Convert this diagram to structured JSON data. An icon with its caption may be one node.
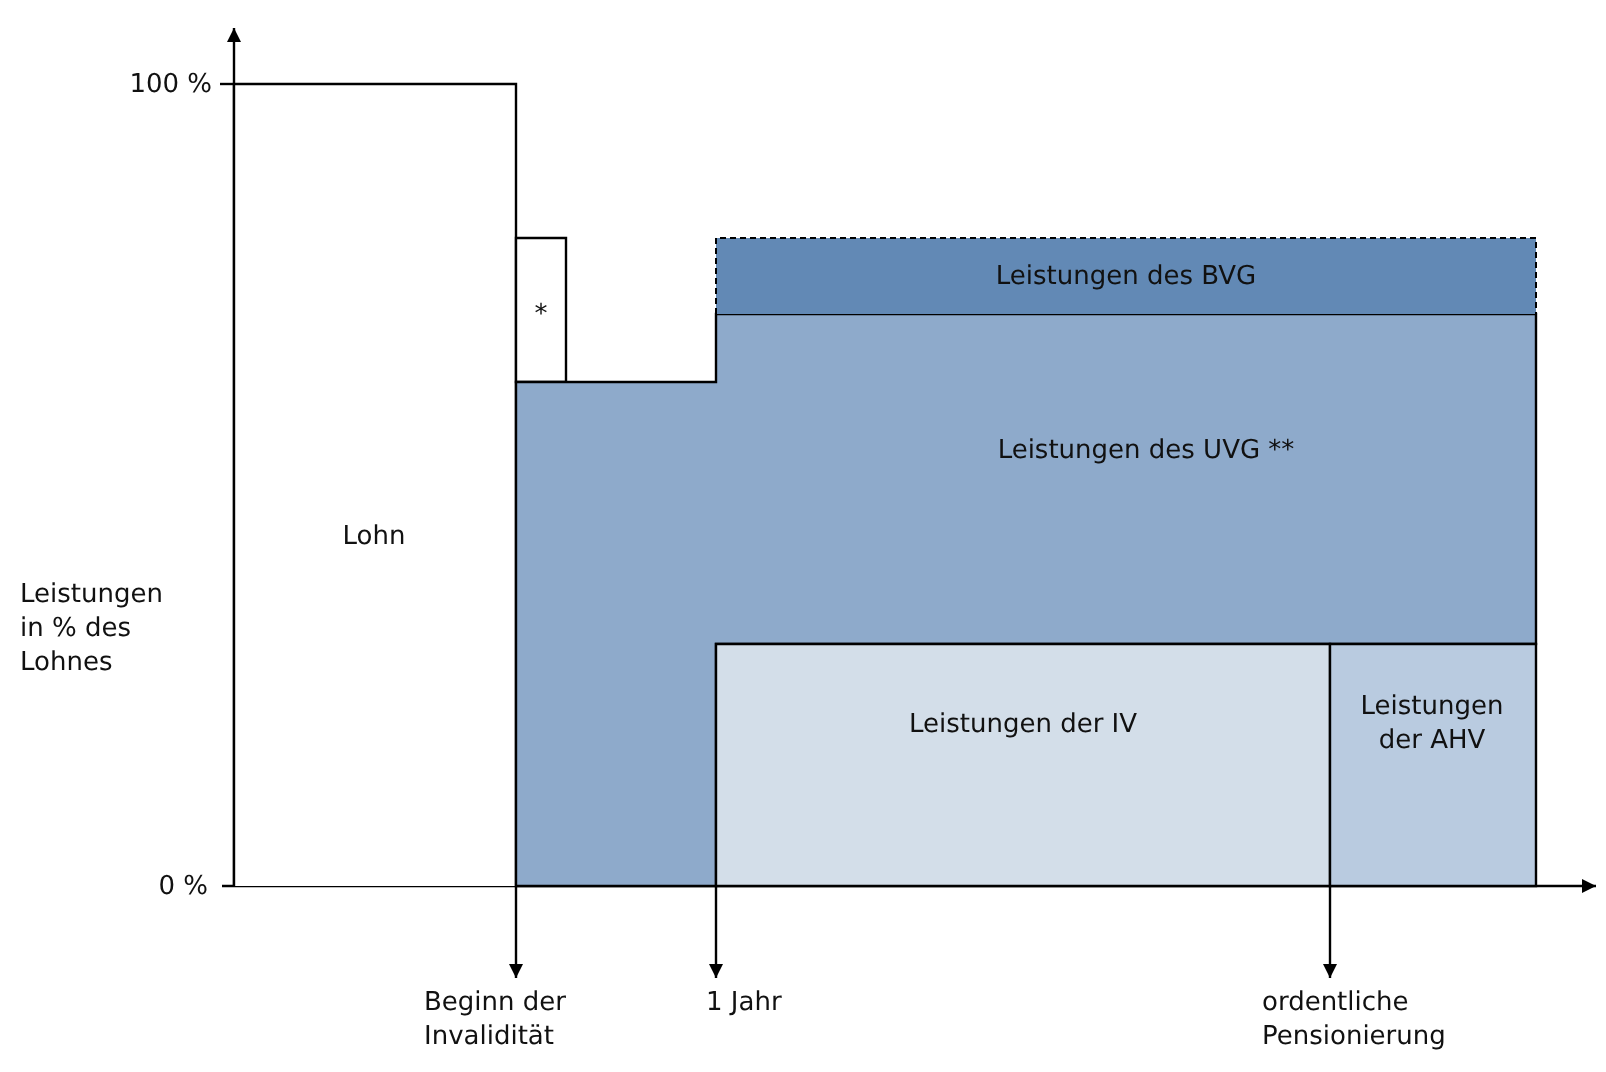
{
  "diagram": {
    "nodes": [
      {
        "text": [
          "Lohn"
        ]
      },
      {
        "text": [
          "*"
        ]
      },
      {
        "text": [
          "Leistungen des UVG **"
        ]
      },
      {
        "text": [
          "Leistungen des BVG"
        ]
      },
      {
        "text": [
          "Leistungen der IV"
        ]
      },
      {
        "text": [
          "Leistungen der AHV"
        ]
      },
      {
        "text": [
          "Beginn der Invalidität"
        ]
      },
      {
        "text": [
          "1 Jahr"
        ]
      },
      {
        "text": [
          "ordentliche Pensionierung"
        ]
      }
    ],
    "edges": [
      {
        "from": 0,
        "to": 6,
        "arrow": "to"
      },
      {
        "from": 2,
        "to": 7,
        "arrow": "to"
      },
      {
        "from": 5,
        "to": 8,
        "arrow": "to"
      }
    ],
    "labels": [
      "100 %",
      "Leistungen in % des Lohnes",
      "0 %"
    ]
  }
}
